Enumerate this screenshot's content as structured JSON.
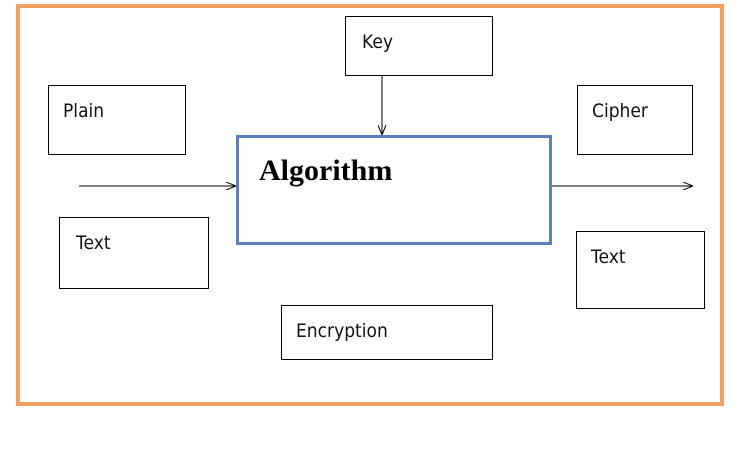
{
  "diagram": {
    "center": {
      "label": "Algorithm",
      "border_color": "#5B80C0"
    },
    "frame_color": "#F0A060",
    "boxes": {
      "key": "Key",
      "plain": "Plain",
      "plain_text": "Text",
      "cipher": "Cipher",
      "cipher_text": "Text",
      "encryption": "Encryption"
    },
    "arrows": [
      {
        "from": "key",
        "to": "algorithm",
        "direction": "down"
      },
      {
        "from": "plaintext-input",
        "to": "algorithm",
        "direction": "right"
      },
      {
        "from": "algorithm",
        "to": "ciphertext-output",
        "direction": "right"
      }
    ]
  }
}
